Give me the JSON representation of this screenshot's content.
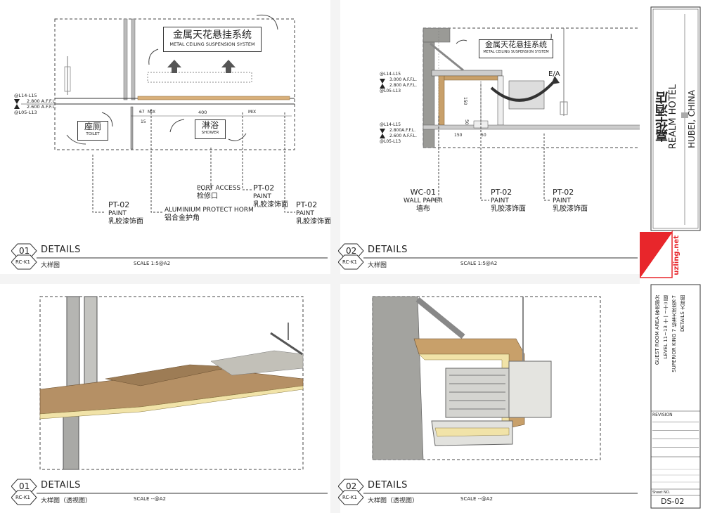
{
  "panels": [
    {
      "number": "01",
      "sheet_ref": "RC-K1",
      "title": "DETAILS",
      "subtitle": "大样图",
      "scale": "SCALE 1:5@A2",
      "banner_cn": "金属天花悬挂系统",
      "banner_en": "METAL CEILING SUSPENSION SYSTEM",
      "level_top": "@L14-L15",
      "level_mid1": "2.800 A.F.F.L.",
      "level_mid2": "2.600 A.F.F.L.",
      "level_bot": "@L05-L13",
      "room_left_cn": "座厕",
      "room_left_en": "TOILET",
      "room_right_cn": "淋浴",
      "room_right_en": "SHOWER",
      "dim_67": "67",
      "dim_mix1": "MIX",
      "dim_400": "400",
      "dim_mix2": "MIX",
      "dim_15": "15",
      "callouts": [
        {
          "code": "PT-02",
          "en": "PAINT",
          "cn": "乳胶漆饰面"
        },
        {
          "code": "",
          "en": "ALUMINIUM PROTECT HORM",
          "cn": "铝合金护角"
        },
        {
          "code": "",
          "en": "PORT ACCESS",
          "cn": "检修口"
        },
        {
          "code": "PT-02",
          "en": "PAINT",
          "cn": "乳胶漆饰面"
        },
        {
          "code": "PT-02",
          "en": "PAINT",
          "cn": "乳胶漆饰面"
        }
      ]
    },
    {
      "number": "02",
      "sheet_ref": "RC-K1",
      "title": "DETAILS",
      "subtitle": "大样图",
      "scale": "SCALE 1:5@A2",
      "banner_cn": "金属天花悬挂系统",
      "banner_en": "METAL CEILING SUSPENSION SYSTEM",
      "level_a_top": "@L14-L15",
      "level_a_1": "3.000 A.F.F.L.",
      "level_a_2": "2.800 A.F.F.L.",
      "level_a_bot": "@L05-L13",
      "level_b_top": "@L14-L15",
      "level_b_1": "2.800A.F.F.L.",
      "level_b_2": "2.600 A.F.F.L.",
      "level_b_bot": "@L05-L13",
      "ea": "E/A",
      "dim_150a": "150",
      "dim_50a": "50",
      "dim_150b": "150",
      "dim_50b": "50",
      "callouts": [
        {
          "code": "WC-01",
          "en": "WALL PAPER",
          "cn": "墙布"
        },
        {
          "code": "PT-02",
          "en": "PAINT",
          "cn": "乳胶漆饰面"
        },
        {
          "code": "PT-02",
          "en": "PAINT",
          "cn": "乳胶漆饰面"
        }
      ]
    },
    {
      "number": "01",
      "sheet_ref": "RC-K1",
      "title": "DETAILS",
      "subtitle": "大样图（透视图）",
      "scale": "SCALE --@A2"
    },
    {
      "number": "02",
      "sheet_ref": "RC-K1",
      "title": "DETAILS",
      "subtitle": "大样图（透视图）",
      "scale": "SCALE --@A2"
    }
  ],
  "title_block": {
    "hotel_cn": "嘉华酒店",
    "hotel_en": "REALM HOTEL",
    "location": "HUBEI, CHINA",
    "logo_text": "uzling.net",
    "area": "GUEST ROOM AREA  客房部分",
    "level": "LEVEL 11~13  十一~十三层",
    "room": "SUPERIOR KING 7  标准大床房K-7",
    "details": "DETAILS  大样图",
    "revision_label": "REVISION",
    "sheet_no_label": "Sheet NO.",
    "sheet_no": "DS-02"
  },
  "colors": {
    "logo_red": "#e8262b",
    "wood": "#c8a06a",
    "concrete": "#9a9a96"
  }
}
